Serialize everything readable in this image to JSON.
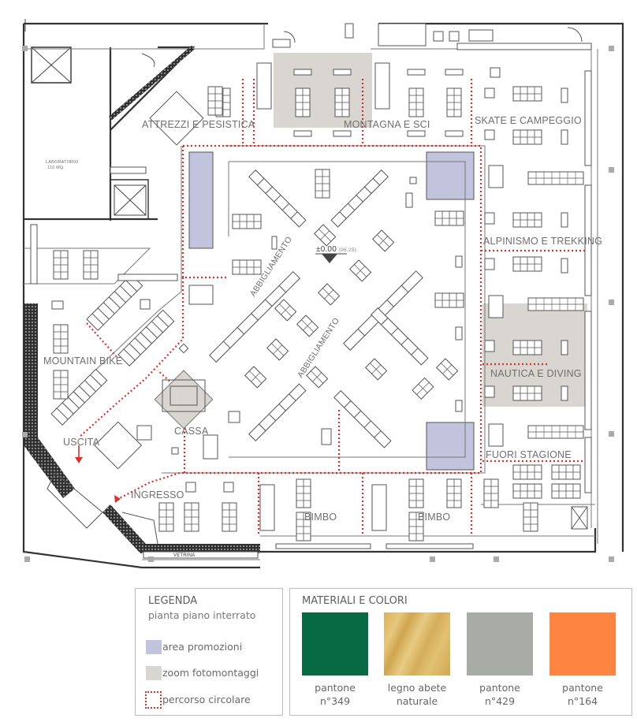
{
  "plan": {
    "areas": {
      "attrezzi": "ATTREZZI E PESISTICA",
      "montagna": "MONTAGNA E SCI",
      "skate": "SKATE E CAMPEGGIO",
      "alpinismo": "ALPINISMO E TREKKING",
      "nautica": "NAUTICA E DIVING",
      "fuori": "FUORI STAGIONE",
      "mountain": "MOUNTAIN BIKE",
      "cassa": "CASSA",
      "uscita": "USCITA",
      "ingresso": "INGRESSO",
      "bimbo1": "BIMBO",
      "bimbo2": "BIMBO",
      "abbigl1": "ABBIGLIAMENTO",
      "abbigl2": "ABBIGLIAMENTO",
      "lab1": "LABORATORIO",
      "lab2": "110 MQ.",
      "vetrina": "VETRINA",
      "level": "±0.00",
      "level_sub": "(96.25)"
    }
  },
  "legend": {
    "title": "LEGENDA",
    "subtitle": "pianta piano interrato",
    "items": [
      {
        "label": "area promozioni",
        "color": "#c2c3dc"
      },
      {
        "label": "zoom fotomontaggi",
        "color": "#d9d6d1"
      },
      {
        "label": "percorso circolare",
        "color": "#d9322e"
      }
    ]
  },
  "materials": {
    "title": "MATERIALI E COLORI",
    "swatches": [
      {
        "line1": "pantone",
        "line2": "n°349",
        "color": "#076a42"
      },
      {
        "line1": "legno abete",
        "line2": "naturale",
        "color": "#dcb866"
      },
      {
        "line1": "pantone",
        "line2": "n°429",
        "color": "#a9aba7"
      },
      {
        "line1": "pantone",
        "line2": "n°164",
        "color": "#fe8441"
      }
    ]
  }
}
